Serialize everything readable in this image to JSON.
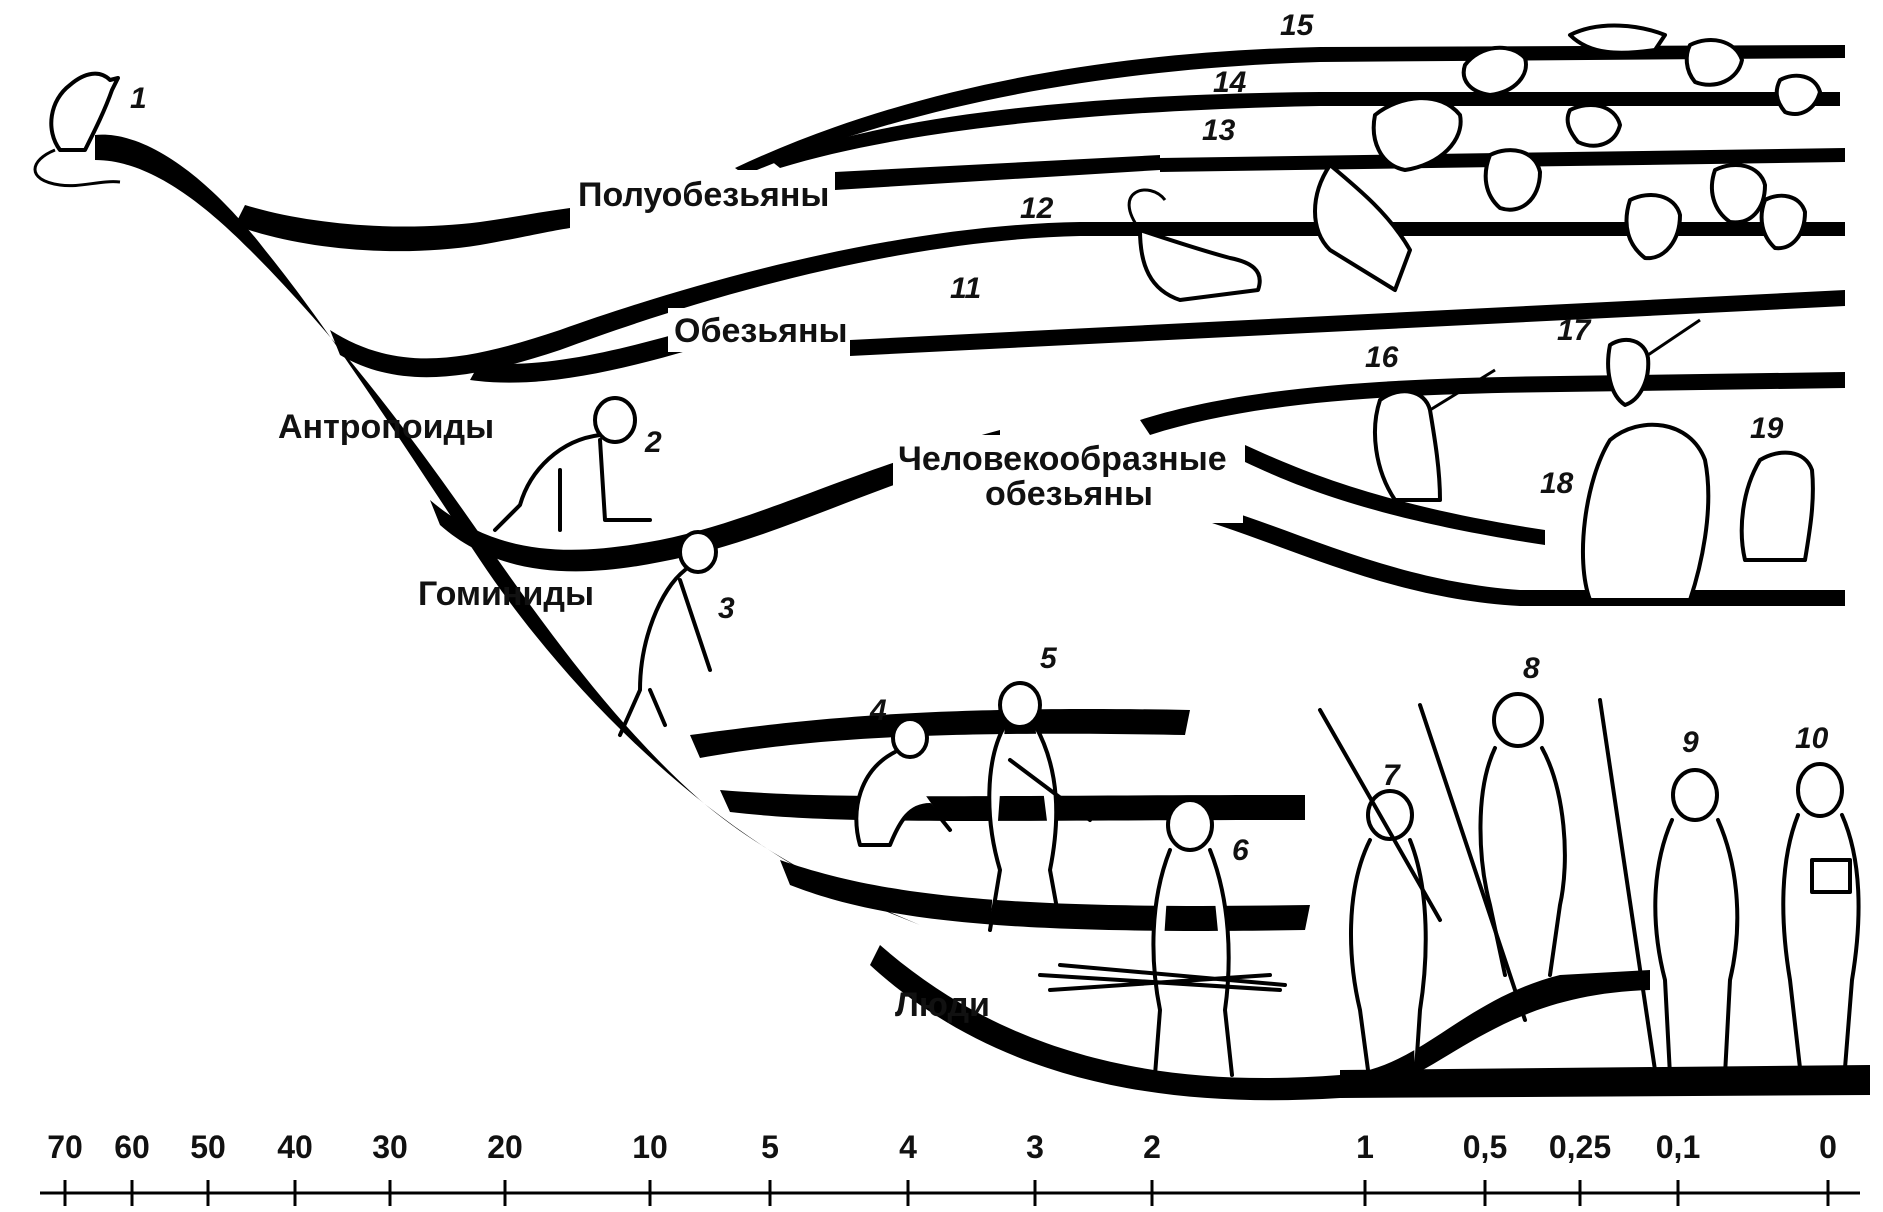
{
  "groups": {
    "prosimians": "Полуобезьяны",
    "monkeys": "Обезьяны",
    "anthropoids": "Антропоиды",
    "apes_line1": "Человекообразные",
    "apes_line2": "обезьяны",
    "hominids": "Гоминиды",
    "humans": "Люди"
  },
  "numbers": {
    "n1": "1",
    "n2": "2",
    "n3": "3",
    "n4": "4",
    "n5": "5",
    "n6": "6",
    "n7": "7",
    "n8": "8",
    "n9": "9",
    "n10": "10",
    "n11": "11",
    "n12": "12",
    "n13": "13",
    "n14": "14",
    "n15": "15",
    "n16": "16",
    "n17": "17",
    "n18": "18",
    "n19": "19"
  },
  "axis": {
    "ticks": [
      "70",
      "60",
      "50",
      "40",
      "30",
      "20",
      "10",
      "5",
      "4",
      "3",
      "2",
      "1",
      "0,5",
      "0,25",
      "0,1",
      "0"
    ]
  }
}
